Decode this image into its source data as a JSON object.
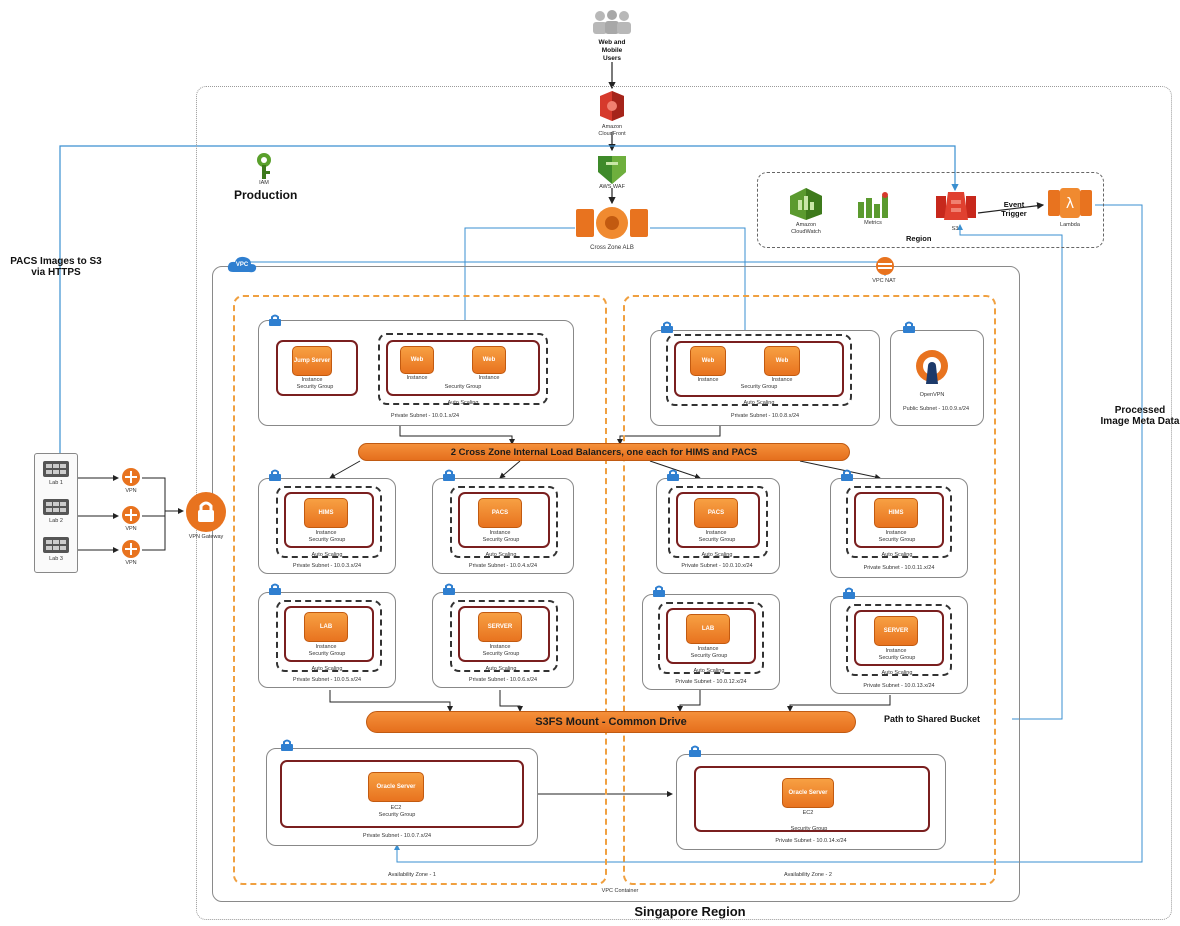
{
  "users": {
    "label": "Web and Mobile Users"
  },
  "cloudfront": {
    "label": "Amazon CloudFront"
  },
  "waf": {
    "label": "AWS WAF"
  },
  "iam": {
    "label": "IAM"
  },
  "production": {
    "label": "Production"
  },
  "alb": {
    "label": "Cross Zone ALB"
  },
  "region_box": {
    "label": "Region",
    "cloudwatch": "Amazon CloudWatch",
    "metrics": "Metrics",
    "s3": "S3",
    "event_trigger": "Event Trigger",
    "lambda": "Lambda"
  },
  "pacs_label": "PACS Images to S3 via HTTPS",
  "processed_label": "Processed Image Meta Data",
  "vpc": {
    "tag": "VPC",
    "nat": "VPC NAT",
    "container": "VPC Container"
  },
  "singapore": "Singapore Region",
  "path_shared": "Path to Shared Bucket",
  "internal_lb": "2 Cross Zone Internal Load Balancers, one each for HIMS and PACS",
  "s3fs": "S3FS Mount - Common Drive",
  "cgw": {
    "label": "VPN Gateway",
    "r1": "VPN",
    "r2": "VPN",
    "r3": "VPN"
  },
  "labs": [
    "Lab 1",
    "Lab 2",
    "Lab 3"
  ],
  "az": [
    "Availability Zone - 1",
    "Availability Zone - 2"
  ],
  "common": {
    "instance": "Instance",
    "sg": "Security Group",
    "asg": "Auto Scaling",
    "ec2": "EC2"
  },
  "left": {
    "top_subnet": "Private Subnet - 10.0.1.x/24",
    "gw_inst": "Jump Server",
    "web1": "Web",
    "web2": "Web",
    "hims": "HIMS",
    "hims_subnet": "Private Subnet - 10.0.3.x/24",
    "pacs": "PACS",
    "pacs_subnet": "Private Subnet - 10.0.4.x/24",
    "lab": "LAB",
    "lab_subnet": "Private Subnet - 10.0.5.x/24",
    "server": "SERVER",
    "server_subnet": "Private Subnet - 10.0.6.x/24",
    "oracle": "Oracle Server",
    "oracle_subnet": "Private Subnet - 10.0.7.x/24"
  },
  "right": {
    "top_subnet": "Private Subnet - 10.0.8.x/24",
    "web1": "Web",
    "web2": "Web",
    "openvpn": "OpenVPN",
    "public_subnet": "Public Subnet - 10.0.9.x/24",
    "pacs": "PACS",
    "pacs_subnet": "Private Subnet - 10.0.10.x/24",
    "hims": "HIMS",
    "hims_subnet": "Private Subnet - 10.0.11.x/24",
    "lab": "LAB",
    "lab_subnet": "Private Subnet - 10.0.12.x/24",
    "server": "SERVER",
    "server_subnet": "Private Subnet - 10.0.13.x/24",
    "oracle": "Oracle Server",
    "oracle_subnet": "Private Subnet - 10.0.14.x/24"
  }
}
